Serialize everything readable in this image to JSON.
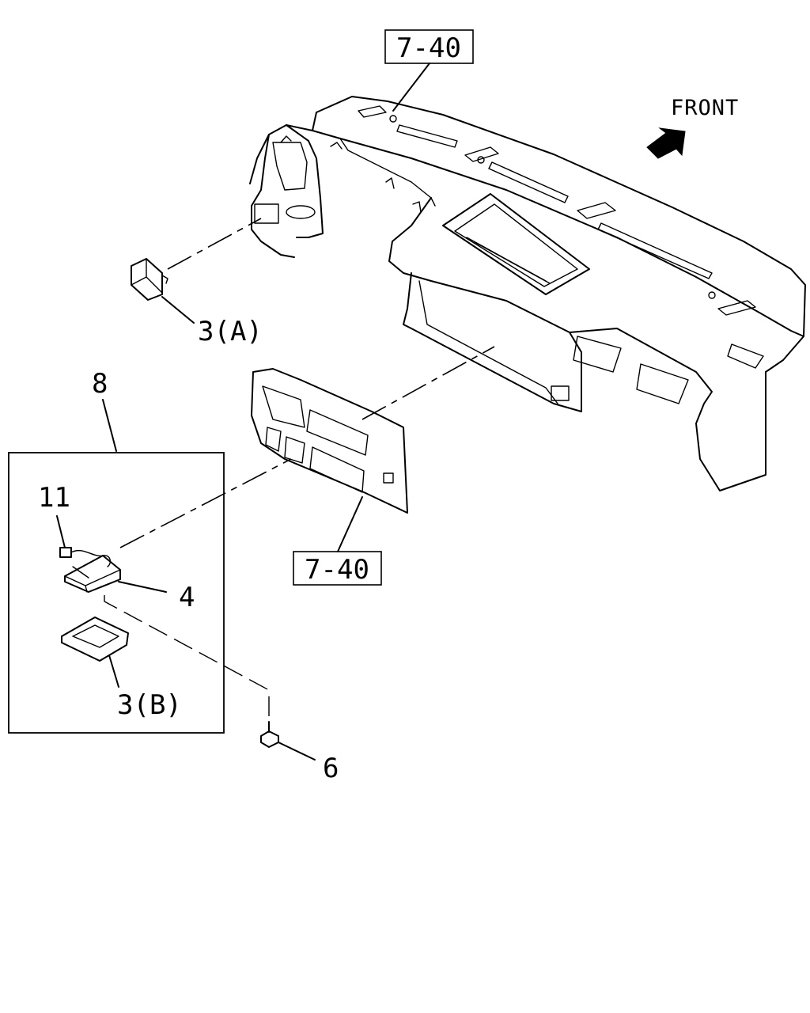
{
  "labels": {
    "ref_top": "7-40",
    "ref_mid": "7-40",
    "front": "FRONT",
    "part_3a": "3(A)",
    "part_8": "8",
    "part_11": "11",
    "part_4": "4",
    "part_3b": "3(B)",
    "part_6": "6"
  },
  "icons": {
    "front_arrow": "arrow-icon"
  }
}
